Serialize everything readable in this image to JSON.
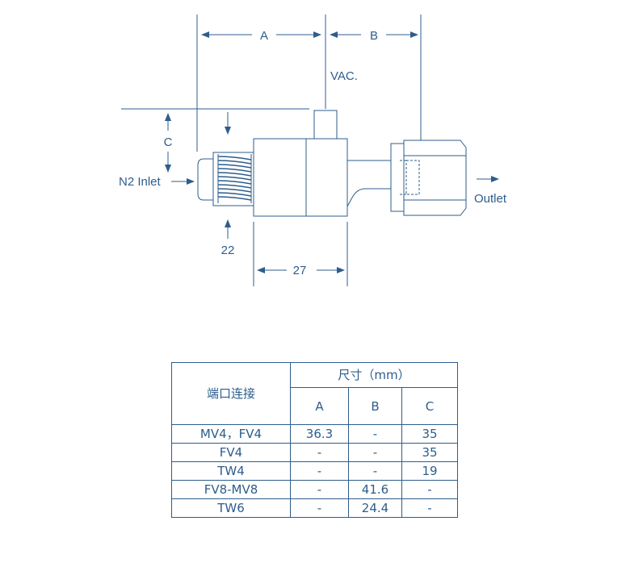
{
  "diagram": {
    "labels": {
      "dim_a": "A",
      "dim_b": "B",
      "dim_c": "C",
      "vac": "VAC.",
      "n2_inlet": "N2 Inlet",
      "outlet": "Outlet",
      "dim_22": "22",
      "dim_27": "27"
    },
    "color": "#2d5d8c"
  },
  "table": {
    "port_header": "端口连接",
    "size_header": "尺寸（mm）",
    "col_headers": [
      "A",
      "B",
      "C"
    ],
    "rows": [
      {
        "port": "MV4，FV4",
        "a": "36.3",
        "b": "-",
        "c": "35"
      },
      {
        "port": "FV4",
        "a": "-",
        "b": "-",
        "c": "35"
      },
      {
        "port": "TW4",
        "a": "-",
        "b": "-",
        "c": "19"
      },
      {
        "port": "FV8-MV8",
        "a": "-",
        "b": "41.6",
        "c": "-"
      },
      {
        "port": "TW6",
        "a": "-",
        "b": "24.4",
        "c": "-"
      }
    ]
  }
}
